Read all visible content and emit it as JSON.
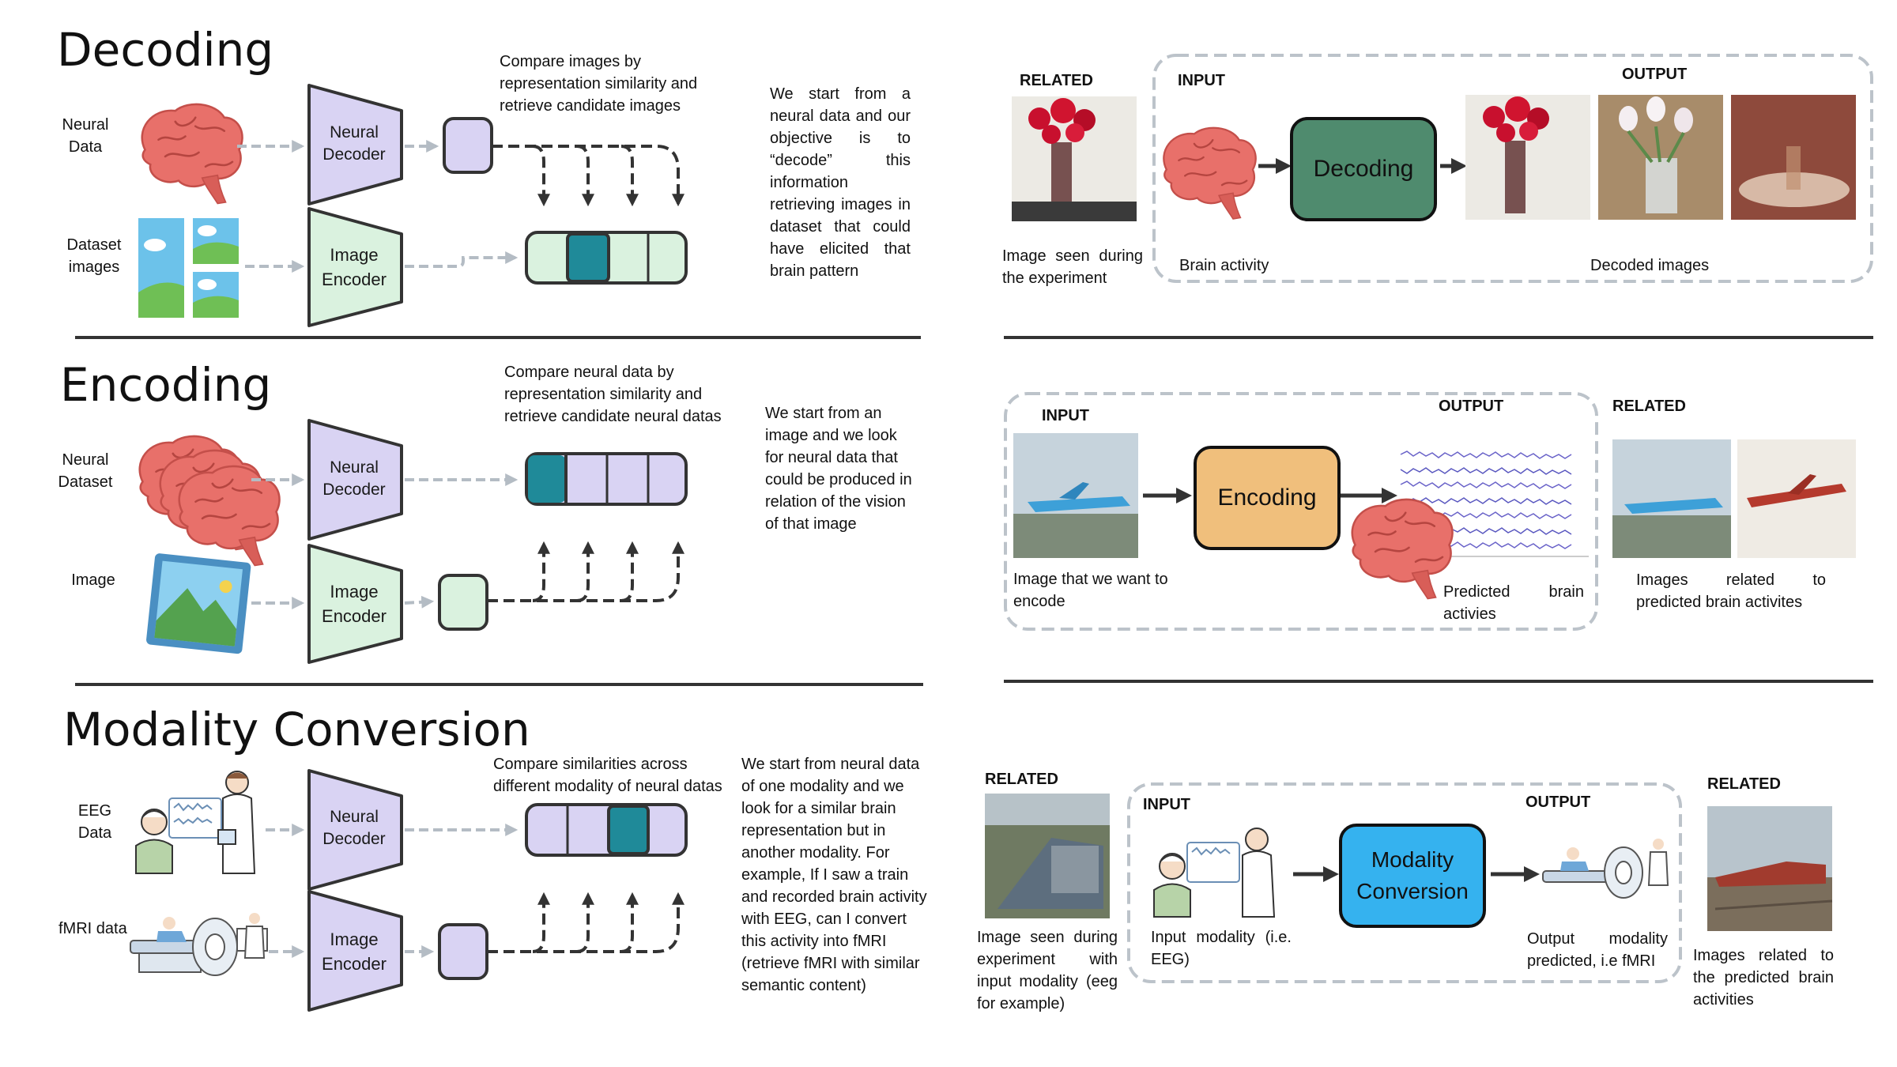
{
  "decoding": {
    "title": "Decoding",
    "neural_data_label": "Neural\nData",
    "dataset_images_label": "Dataset\nimages",
    "neural_decoder": "Neural\nDecoder",
    "image_encoder": "Image\nEncoder",
    "compare_text": "Compare images by representation similarity and retrieve candidate images",
    "description": "We start from a neural data and our objective is to “decode” this information retrieving images in dataset that could have elicited that brain pattern"
  },
  "encoding": {
    "title": "Encoding",
    "neural_dataset_label": "Neural\nDataset",
    "image_label": "Image",
    "neural_decoder": "Neural\nDecoder",
    "image_encoder": "Image\nEncoder",
    "compare_text": "Compare neural data by representation similarity and retrieve candidate neural datas",
    "description": "We start from an image and we look for neural data that could be produced in relation of the vision of that image"
  },
  "modality": {
    "title": "Modality Conversion",
    "eeg_label": "EEG\nData",
    "fmri_label": "fMRI data",
    "neural_decoder": "Neural\nDecoder",
    "image_encoder": "Image\nEncoder",
    "compare_text": "Compare similarities across different modality of neural datas",
    "description": "We start from neural data of one modality and we look for a similar brain representation but in another modality. For example, If I saw a train and recorded brain activity with EEG, can I convert this activity into fMRI (retrieve fMRI with similar semantic content)"
  },
  "right_decoding": {
    "related": "RELATED",
    "input": "INPUT",
    "output": "OUTPUT",
    "box": "Decoding",
    "related_caption": "Image seen during the experiment",
    "input_caption": "Brain activity",
    "output_caption": "Decoded images"
  },
  "right_encoding": {
    "input": "INPUT",
    "output": "OUTPUT",
    "related": "RELATED",
    "box": "Encoding",
    "input_caption": "Image that we want to encode",
    "output_caption": "Predicted brain activies",
    "related_caption": "Images related to predicted brain activites"
  },
  "right_modality": {
    "related_left": "RELATED",
    "input": "INPUT",
    "output": "OUTPUT",
    "related_right": "RELATED",
    "box": "Modality\nConversion",
    "related_left_caption": "Image seen during experiment with input modality (eeg for example)",
    "input_caption": "Input modality (i.e. EEG)",
    "output_caption": "Output modality predicted, i.e fMRI",
    "related_right_caption": "Images related to the predicted brain activities"
  },
  "colors": {
    "lavender": "#d9d3f3",
    "mint": "#daf2df",
    "teal": "#1f8a99",
    "decoding_box": "#4f8b6e",
    "encoding_box": "#f0bf7c",
    "modality_box": "#35b2ef",
    "brain": "#e8706a",
    "arrow_gray": "#b4bcc4",
    "dash_dark": "#333333"
  }
}
